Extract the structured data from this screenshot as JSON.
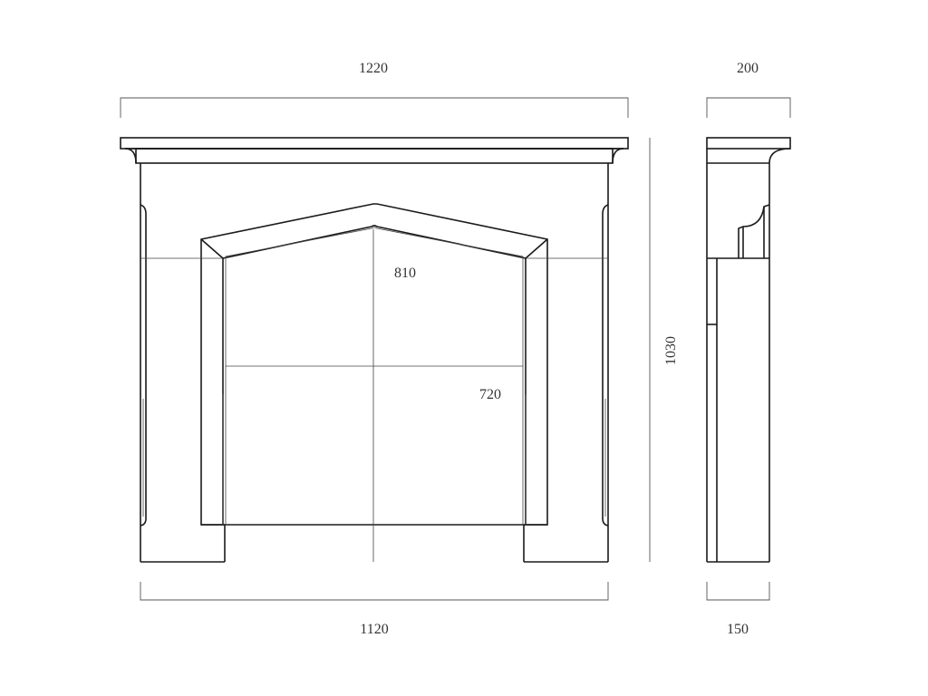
{
  "dimensions": {
    "overall_width": "1220",
    "shelf_depth": "200",
    "opening_height": "810",
    "opening_width": "720",
    "overall_height": "1030",
    "base_width": "1120",
    "base_depth": "150"
  },
  "colors": {
    "line": "#1a1a1a",
    "dimension_line": "#555555",
    "text": "#333333",
    "background": "#ffffff"
  }
}
